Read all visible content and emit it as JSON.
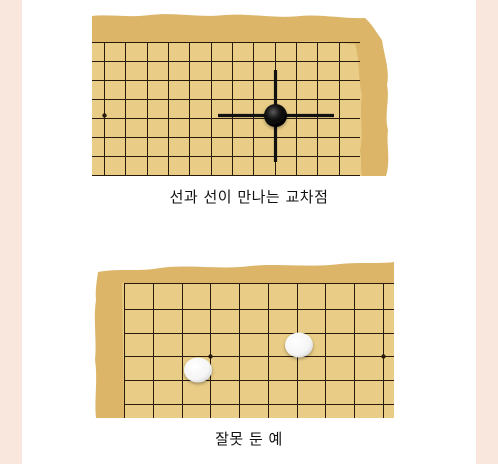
{
  "colors": {
    "page_background": "#f9e6dc",
    "panel_background": "#ffffff",
    "board_wood": "#e9cd86",
    "board_edge_paper": "#dfb86a",
    "grid_line": "#2a1a0a",
    "black_stone": "#111111",
    "white_stone": "#ffffff"
  },
  "figures": [
    {
      "caption": "선과 선이 만나는 교차점",
      "stones": [
        {
          "color": "black",
          "role": "placed on intersection with crossing lines highlighted"
        }
      ],
      "highlight": "intersection"
    },
    {
      "caption": "잘못 둔 예",
      "stones": [
        {
          "color": "white",
          "role": "placed inside square (wrong)"
        },
        {
          "color": "white",
          "role": "placed inside square (wrong)"
        }
      ],
      "highlight": "none"
    }
  ]
}
